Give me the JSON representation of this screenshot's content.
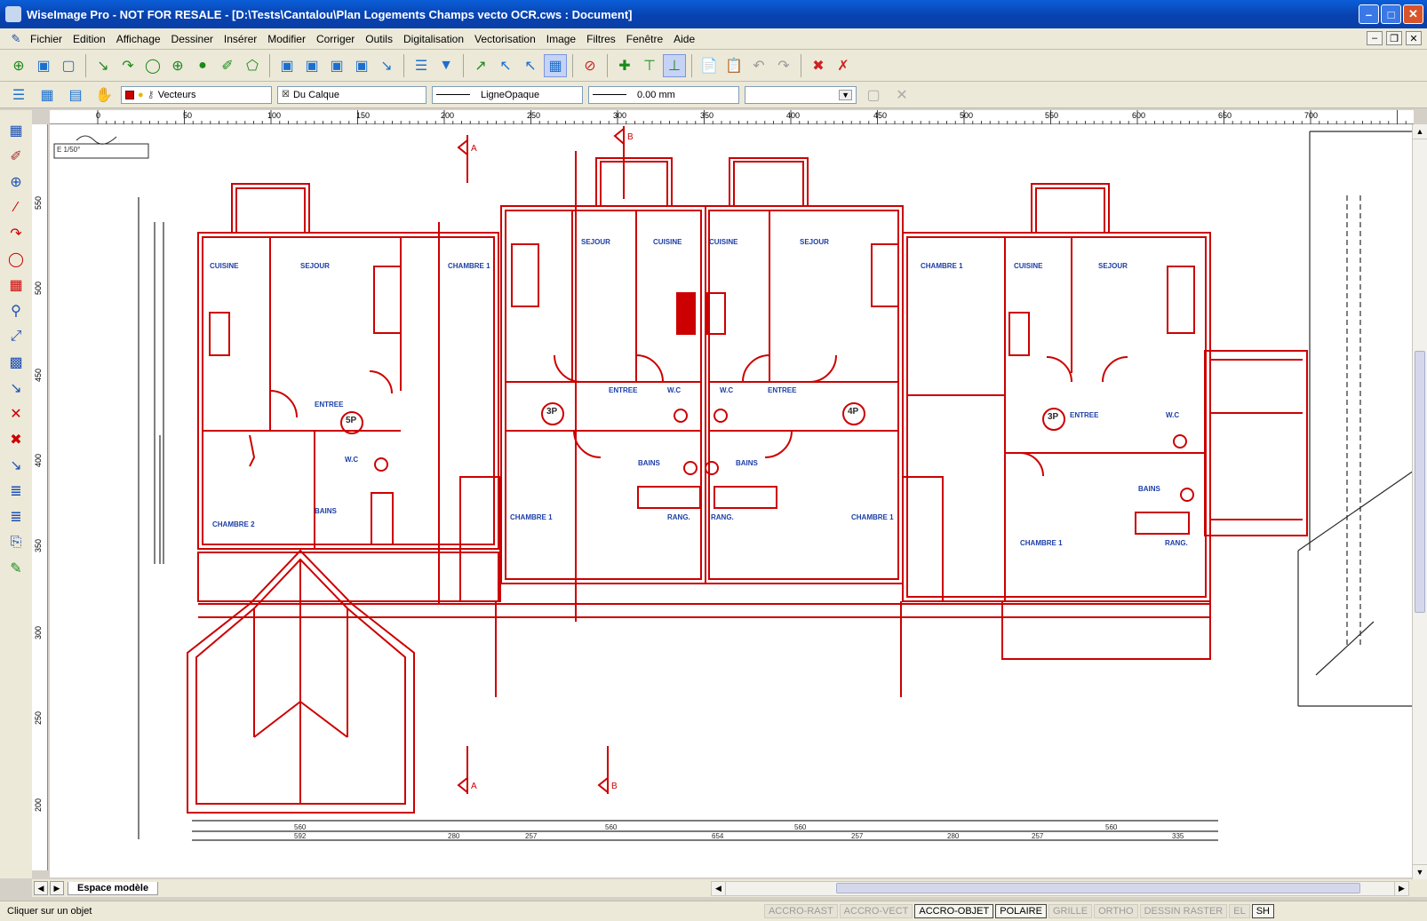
{
  "window": {
    "title": "WiseImage Pro      - NOT FOR RESALE - [D:\\Tests\\Cantalou\\Plan Logements Champs vecto OCR.cws : Document]",
    "minimize": "–",
    "maximize": "□",
    "close": "✕"
  },
  "menu": {
    "items": [
      "Fichier",
      "Edition",
      "Affichage",
      "Dessiner",
      "Insérer",
      "Modifier",
      "Corriger",
      "Outils",
      "Digitalisation",
      "Vectorisation",
      "Image",
      "Filtres",
      "Fenêtre",
      "Aide"
    ]
  },
  "properties_bar": {
    "layer": "Vecteurs",
    "color": "Du Calque",
    "linetype": "LigneOpaque",
    "lineweight": "0.00 mm",
    "extra": ""
  },
  "ruler_top": {
    "labels": [
      "0",
      "50",
      "100",
      "150",
      "200",
      "250",
      "300",
      "350",
      "400",
      "450",
      "500",
      "550",
      "600",
      "650",
      "700"
    ]
  },
  "ruler_left": {
    "labels": [
      "550",
      "500",
      "450",
      "400",
      "350",
      "300",
      "250",
      "200"
    ]
  },
  "drawing": {
    "scale_label": "E 1/50°",
    "section_marks": [
      "A",
      "B",
      "A",
      "B"
    ],
    "rooms": [
      "CUISINE",
      "SEJOUR",
      "CHAMBRE 1",
      "SEJOUR",
      "CUISINE",
      "CUISINE",
      "SEJOUR",
      "CHAMBRE 1",
      "CUISINE",
      "SEJOUR",
      "ENTREE",
      "ENTREE",
      "ENTREE",
      "ENTREE",
      "W.C",
      "W.C",
      "W.C",
      "W.C",
      "BAINS",
      "BAINS",
      "BAINS",
      "BAINS",
      "CHAMBRE 2",
      "CHAMBRE 1",
      "CHAMBRE 1",
      "CHAMBRE 1",
      "RANG.",
      "RANG.",
      "RANG."
    ],
    "unit_tags": [
      "5P",
      "3P",
      "4P",
      "3P"
    ],
    "bottom_dims": [
      "560",
      "592",
      "280",
      "257",
      "560",
      "654",
      "560",
      "257",
      "280",
      "257",
      "560",
      "335"
    ]
  },
  "tabs": {
    "model": "Espace modèle"
  },
  "status": {
    "message": "Cliquer sur un objet",
    "indicators": [
      "ACCRO-RAST",
      "ACCRO-VECT",
      "ACCRO-OBJET",
      "POLAIRE",
      "GRILLE",
      "ORTHO",
      "DESSIN RASTER",
      "EL",
      "SH"
    ],
    "active": [
      "ACCRO-OBJET",
      "POLAIRE",
      "SH"
    ]
  },
  "colors": {
    "vector_red": "#cc0000",
    "raster_dark": "#2b2b2b",
    "raster_blue": "#1c3fa8"
  }
}
